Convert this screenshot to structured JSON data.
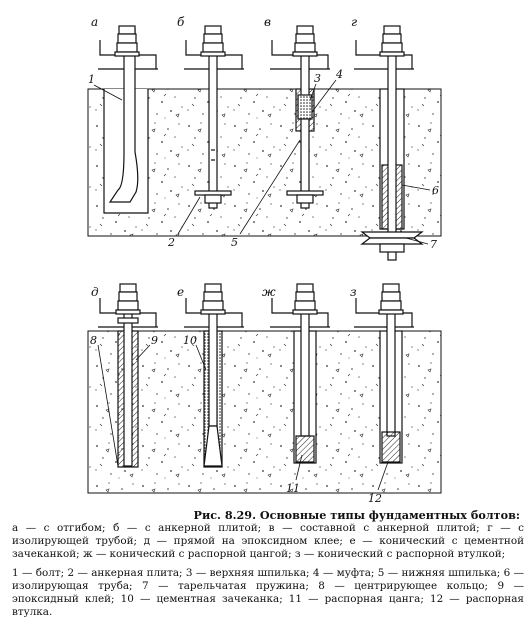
{
  "panel_letters": [
    "а",
    "б",
    "в",
    "г",
    "д",
    "е",
    "ж",
    "з"
  ],
  "part_numbers": [
    "1",
    "2",
    "3",
    "4",
    "5",
    "6",
    "7",
    "8",
    "9",
    "10",
    "11",
    "12"
  ],
  "caption": {
    "title": "Рис. 8.29. Основные типы фундаментных болтов:",
    "legend": "а — с отгибом; б — с анкерной плитой; в — составной с анкерной плитой; г — с изолирующей трубой; д — прямой на эпоксидном клее; е — конический с цементной зачеканкой; ж — конический с распорной цангой; з — конический с распорной втулкой;",
    "numbers": "1 — болт; 2 — анкерная плита; 3 — верхняя шпилька; 4 — муфта; 5 — нижняя шпилька; 6 — изолирующая труба; 7 — тарельчатая пружина; 8 — центрирующее кольцо; 9 — эпоксидный клей; 10 — цементная зачеканка; 11 — распорная цанга; 12 — распорная втулка."
  },
  "colors": {
    "ink": "#111111",
    "paper": "#ffffff"
  }
}
